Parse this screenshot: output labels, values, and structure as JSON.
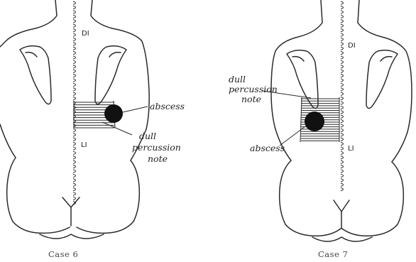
{
  "figures": [
    {
      "caption": "Case 6",
      "labels": {
        "d1": "DI",
        "l1": "LI",
        "abscess": "abscess",
        "dull_line1": "dull",
        "dull_line2": "percussion",
        "dull_line3": "note"
      }
    },
    {
      "caption": "Case 7",
      "labels": {
        "d1": "DI",
        "l1": "LI",
        "abscess": "abscess",
        "dull_line1": "dull",
        "dull_line2": "percussion",
        "dull_line3": "note"
      }
    }
  ],
  "colors": {
    "ink": "#2a2a2a",
    "paper": "#ffffff",
    "abscess_fill": "#111111"
  }
}
